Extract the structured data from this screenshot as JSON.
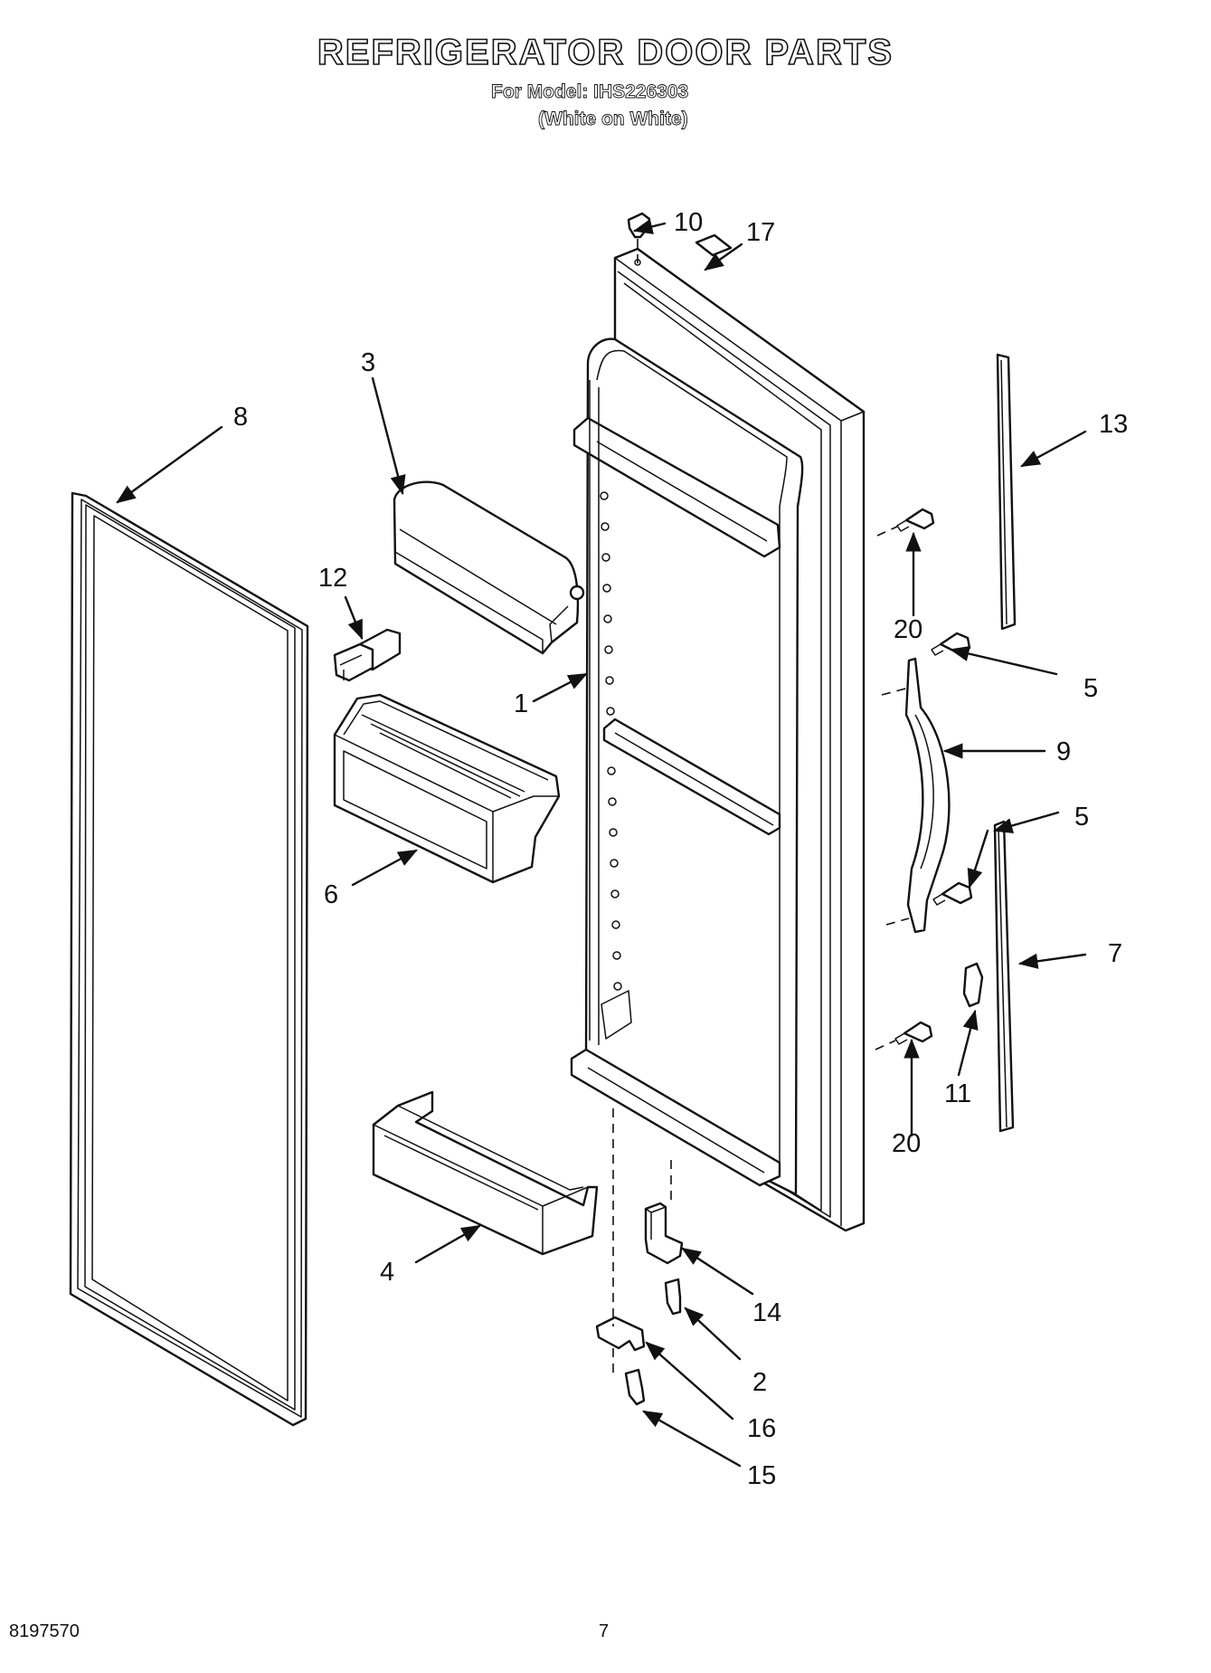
{
  "header": {
    "title": "REFRIGERATOR DOOR PARTS",
    "model_line": "For Model: IHS226303",
    "color_line": "(White on White)"
  },
  "footer": {
    "document_number": "8197570",
    "page_number": "7"
  },
  "callouts": {
    "door_liner": "1",
    "hinge_screw": "2",
    "dairy_door": "3",
    "door_bar": "4",
    "handle_screw_upper": "5",
    "handle_screw_lower": "5",
    "door_bin": "6",
    "trim_lower": "7",
    "door_gasket": "8",
    "door_handle": "9",
    "hinge_bushing": "10",
    "trim_clip": "11",
    "bin_retainer": "12",
    "trim_upper": "13",
    "hinge_pin": "14",
    "hinge_bolt": "15",
    "hinge_bracket": "16",
    "label": "17",
    "trim_screw_upper": "20",
    "trim_screw_lower": "20"
  }
}
